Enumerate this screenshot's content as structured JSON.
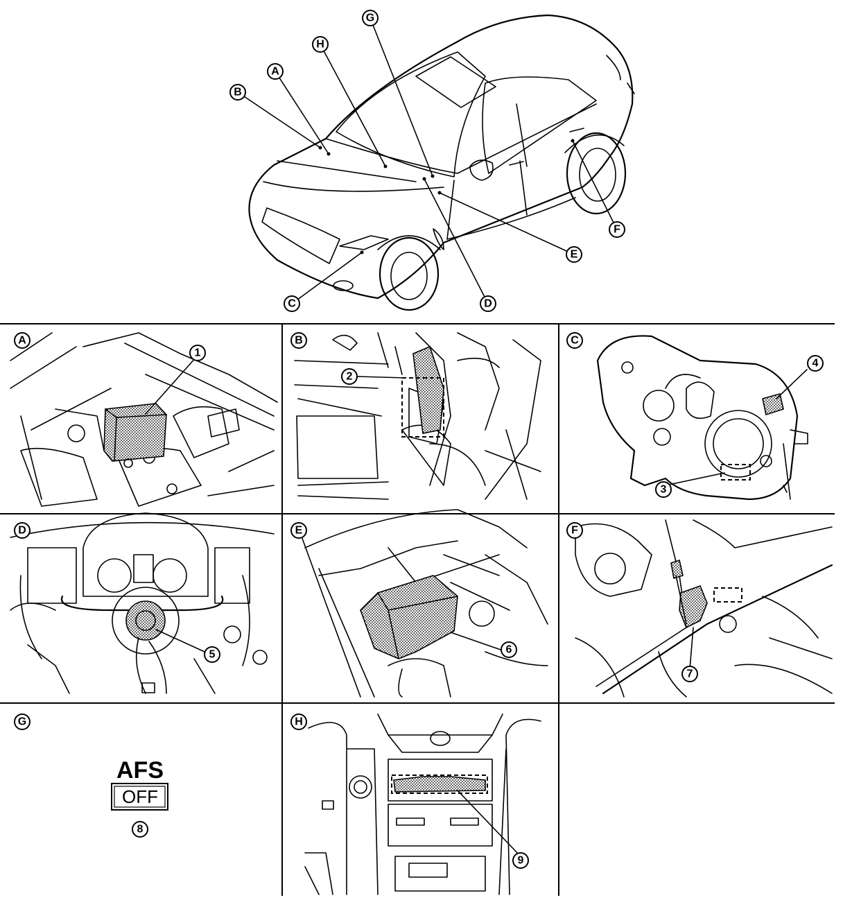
{
  "location_letters": [
    "A",
    "B",
    "C",
    "D",
    "E",
    "F",
    "G",
    "H"
  ],
  "panels": [
    {
      "letter": "A",
      "part_number": "1"
    },
    {
      "letter": "B",
      "part_number": "2"
    },
    {
      "letter": "C",
      "part_numbers": [
        "3",
        "4"
      ]
    },
    {
      "letter": "D",
      "part_number": "5"
    },
    {
      "letter": "E",
      "part_number": "6"
    },
    {
      "letter": "F",
      "part_number": "7"
    },
    {
      "letter": "G",
      "part_number": "8"
    },
    {
      "letter": "H",
      "part_number": "9"
    }
  ],
  "switch": {
    "title": "AFS",
    "state": "OFF"
  }
}
